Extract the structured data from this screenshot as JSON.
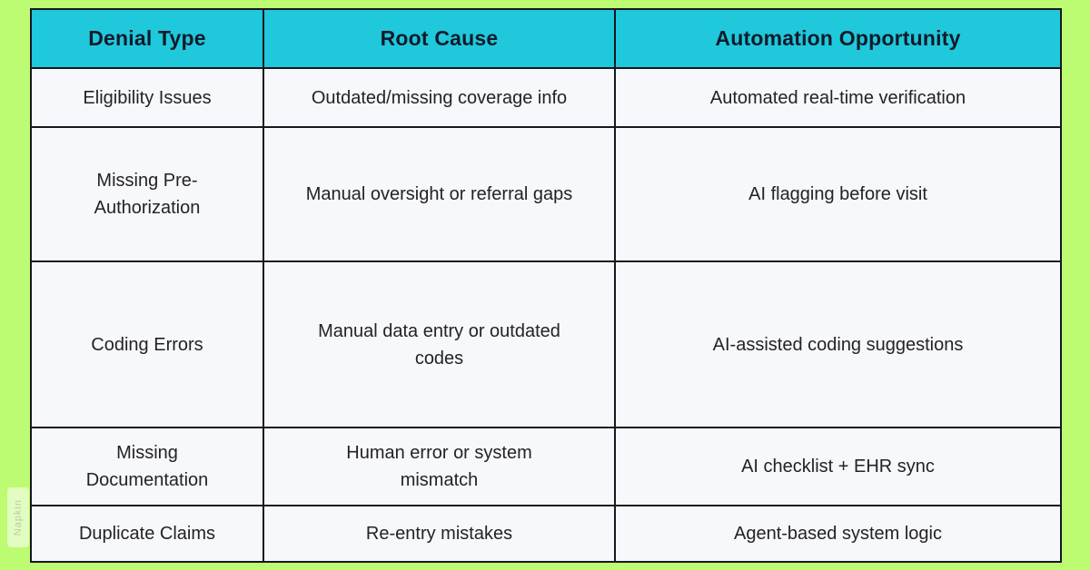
{
  "page": {
    "background_color": "#BDFB72"
  },
  "table": {
    "header_bg": "#1FC8DB",
    "cell_bg": "#F7F8FB",
    "border_color": "#17171F",
    "header_text_color": "#131A2B",
    "body_text_color": "#232323",
    "columns": [
      "Denial Type",
      "Root Cause",
      "Automation Opportunity"
    ],
    "rows": [
      [
        "Eligibility Issues",
        "Outdated/missing coverage info",
        "Automated real-time verification"
      ],
      [
        "Missing Pre-\nAuthorization",
        "Manual oversight or referral gaps",
        "AI flagging before visit"
      ],
      [
        "Coding Errors",
        "Manual data entry or outdated\ncodes",
        "AI-assisted coding suggestions"
      ],
      [
        "Missing\nDocumentation",
        "Human error or system\nmismatch",
        "AI checklist + EHR sync"
      ],
      [
        "Duplicate Claims",
        "Re-entry mistakes",
        "Agent-based system logic"
      ]
    ]
  },
  "watermark": {
    "label": "Napkin"
  }
}
